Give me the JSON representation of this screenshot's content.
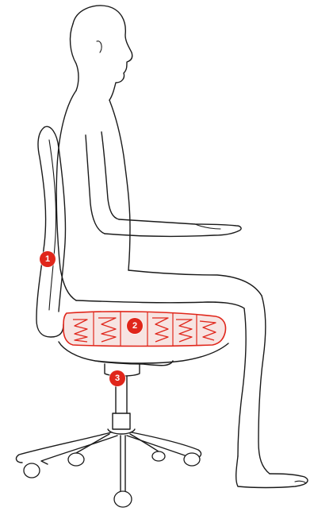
{
  "figure": {
    "accent_color": "#e0261b",
    "line_color": "#1a1a1a",
    "markers": [
      {
        "label": "1",
        "part": "backrest"
      },
      {
        "label": "2",
        "part": "seat-cushion"
      },
      {
        "label": "3",
        "part": "gas-lift"
      }
    ]
  }
}
